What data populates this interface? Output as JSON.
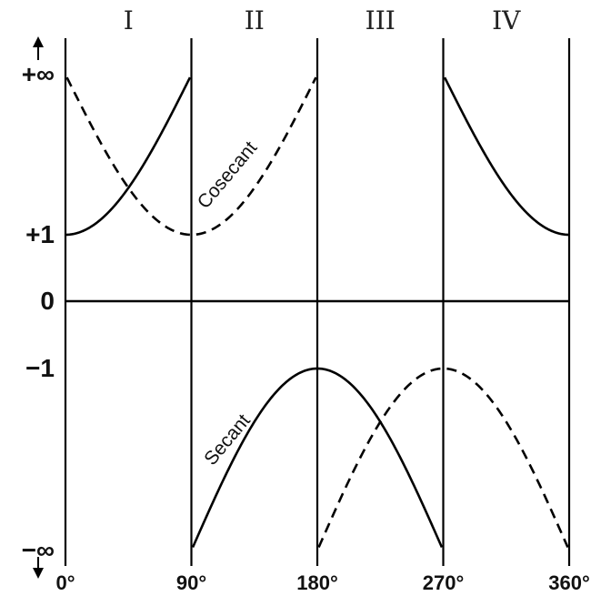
{
  "chart_data": {
    "type": "line",
    "title": "",
    "xlabel": "",
    "ylabel": "",
    "x_ticks": [
      "0°",
      "90°",
      "180°",
      "270°",
      "360°"
    ],
    "x_tick_values": [
      0,
      90,
      180,
      270,
      360
    ],
    "y_ticks": [
      "+∞",
      "+1",
      "0",
      "−1",
      "−∞"
    ],
    "quadrant_labels": [
      "I",
      "II",
      "III",
      "IV"
    ],
    "xlim": [
      0,
      360
    ],
    "grid": false,
    "legend": "none",
    "series": [
      {
        "name": "Secant",
        "style": "solid",
        "function": "sec",
        "x": [
          0,
          30,
          60,
          89,
          91,
          120,
          150,
          180,
          210,
          240,
          269,
          271,
          300,
          330,
          360
        ]
      },
      {
        "name": "Cosecant",
        "style": "dashed",
        "function": "csc",
        "x": [
          1,
          30,
          60,
          90,
          120,
          150,
          179,
          181,
          210,
          240,
          270,
          300,
          330,
          359
        ]
      }
    ],
    "colors": {
      "curves": "#000000",
      "axes": "#000000"
    }
  }
}
